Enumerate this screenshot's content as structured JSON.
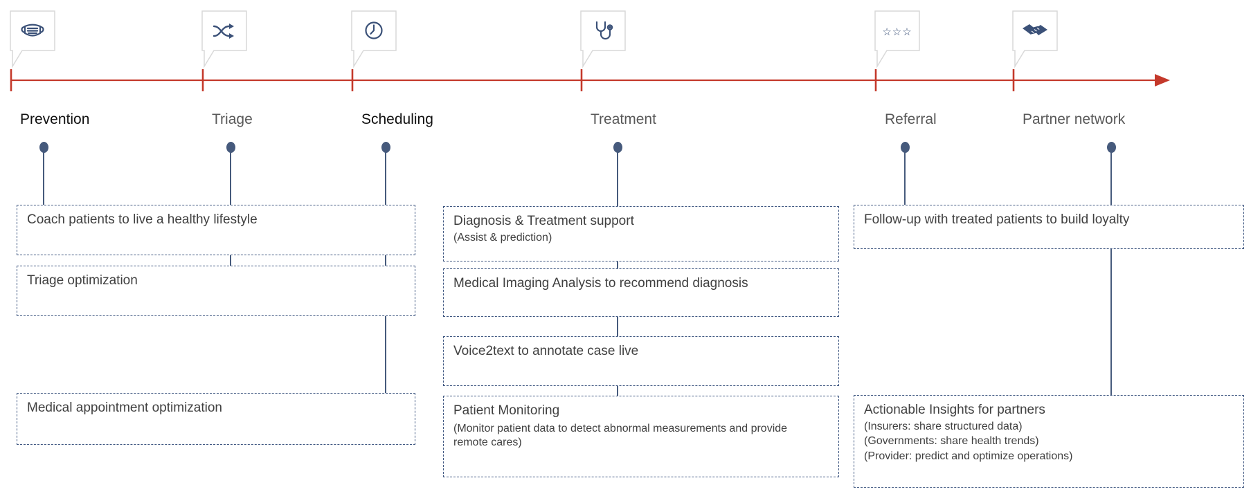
{
  "colors": {
    "timeline_red": "#c4392b",
    "connector_blue": "#465a7c",
    "box_border": "#3f5781",
    "box_text": "#404040",
    "label_dark": "#111111",
    "label_gray": "#595959",
    "icon_blue": "#3b5178",
    "callout_border": "#d9d9d9",
    "background": "#ffffff"
  },
  "timeline": {
    "direction": "left-to-right",
    "style": "red arrow with stage ticks"
  },
  "stages": [
    {
      "label": "Prevention",
      "icon": "face-mask-icon",
      "emphasis": "dark"
    },
    {
      "label": "Triage",
      "icon": "shuffle-icon",
      "emphasis": "gray"
    },
    {
      "label": "Scheduling",
      "icon": "clock-icon",
      "emphasis": "dark"
    },
    {
      "label": "Treatment",
      "icon": "stethoscope-icon",
      "emphasis": "gray"
    },
    {
      "label": "Referral",
      "icon": "stars-icon",
      "emphasis": "gray"
    },
    {
      "label": "Partner network",
      "icon": "handshake-icon",
      "emphasis": "gray"
    }
  ],
  "icons": {
    "stars_glyph": "☆☆☆"
  },
  "boxes": {
    "coach": {
      "title": "Coach patients to live a healthy lifestyle"
    },
    "triage_optimization": {
      "title": "Triage optimization"
    },
    "appointment": {
      "title": "Medical appointment optimization"
    },
    "diagnosis": {
      "title": "Diagnosis & Treatment support",
      "subtitle": "(Assist & prediction)"
    },
    "imaging": {
      "title": "Medical Imaging Analysis to recommend diagnosis"
    },
    "voice2text": {
      "title": "Voice2text to annotate case live"
    },
    "monitoring": {
      "title": "Patient Monitoring",
      "subtitle": "(Monitor patient data to detect abnormal measurements and provide remote cares)"
    },
    "followup": {
      "title": "Follow-up with treated patients to build loyalty"
    },
    "insights": {
      "title": "Actionable Insights for partners",
      "subtitles": [
        "(Insurers: share structured data)",
        "(Governments: share health trends)",
        "(Provider: predict and optimize operations)"
      ]
    }
  }
}
